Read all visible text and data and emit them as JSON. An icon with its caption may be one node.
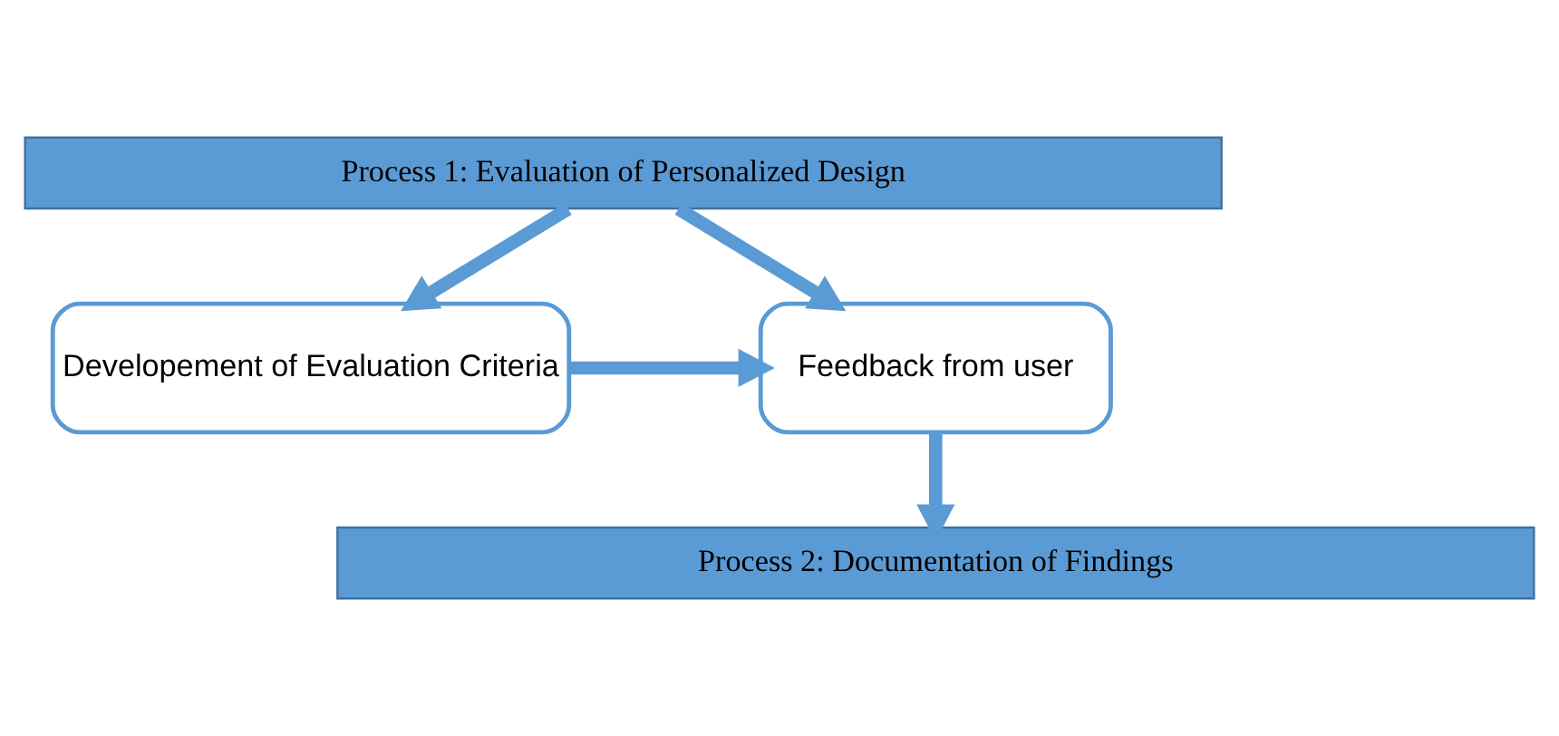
{
  "diagram": {
    "nodes": [
      {
        "text": [
          "Process 1: Evaluation of Personalized Design"
        ]
      },
      {
        "text": [
          "Developement of Evaluation Criteria"
        ]
      },
      {
        "text": [
          "Feedback from user"
        ]
      },
      {
        "text": [
          "Process 2: Documentation of Findings"
        ]
      }
    ],
    "edges": [
      {
        "from": 0,
        "to": 1,
        "arrow": "to"
      },
      {
        "from": 0,
        "to": 2,
        "arrow": "to"
      },
      {
        "from": 1,
        "to": 2,
        "arrow": "to"
      },
      {
        "from": 2,
        "to": 3,
        "arrow": "to"
      }
    ]
  }
}
